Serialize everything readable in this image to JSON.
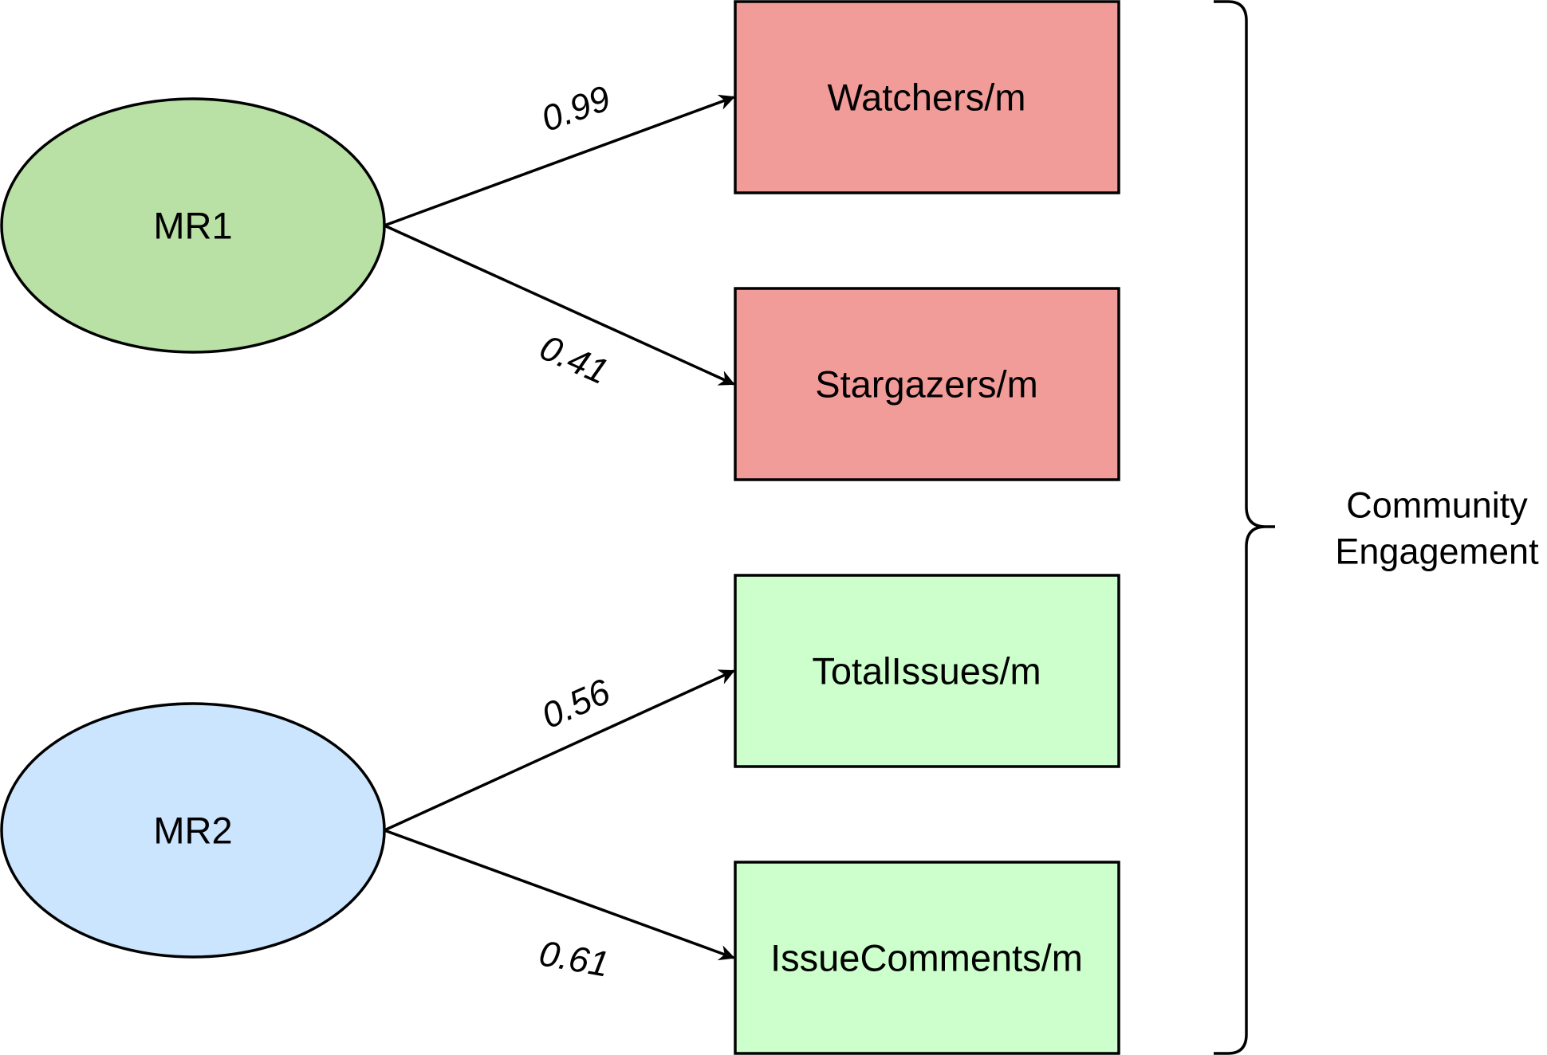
{
  "factors": [
    {
      "id": "MR1",
      "label": "MR1",
      "fill": "#b9e0a5"
    },
    {
      "id": "MR2",
      "label": "MR2",
      "fill": "#cce5ff"
    }
  ],
  "indicators": [
    {
      "id": "watchers",
      "label": "Watchers/m",
      "fill": "#f19c99"
    },
    {
      "id": "stargazers",
      "label": "Stargazers/m",
      "fill": "#f19c99"
    },
    {
      "id": "total-issues",
      "label": "TotalIssues/m",
      "fill": "#ccffcc"
    },
    {
      "id": "issue-comments",
      "label": "IssueComments/m",
      "fill": "#ccffcc"
    }
  ],
  "loadings": [
    {
      "from": "MR1",
      "to": "watchers",
      "label": "0.99"
    },
    {
      "from": "MR1",
      "to": "stargazers",
      "label": "0.41"
    },
    {
      "from": "MR2",
      "to": "total-issues",
      "label": "0.56"
    },
    {
      "from": "MR2",
      "to": "issue-comments",
      "label": "0.61"
    }
  ],
  "group": {
    "label_line1": "Community",
    "label_line2": "Engagement"
  },
  "colors": {
    "stroke": "#000000"
  }
}
